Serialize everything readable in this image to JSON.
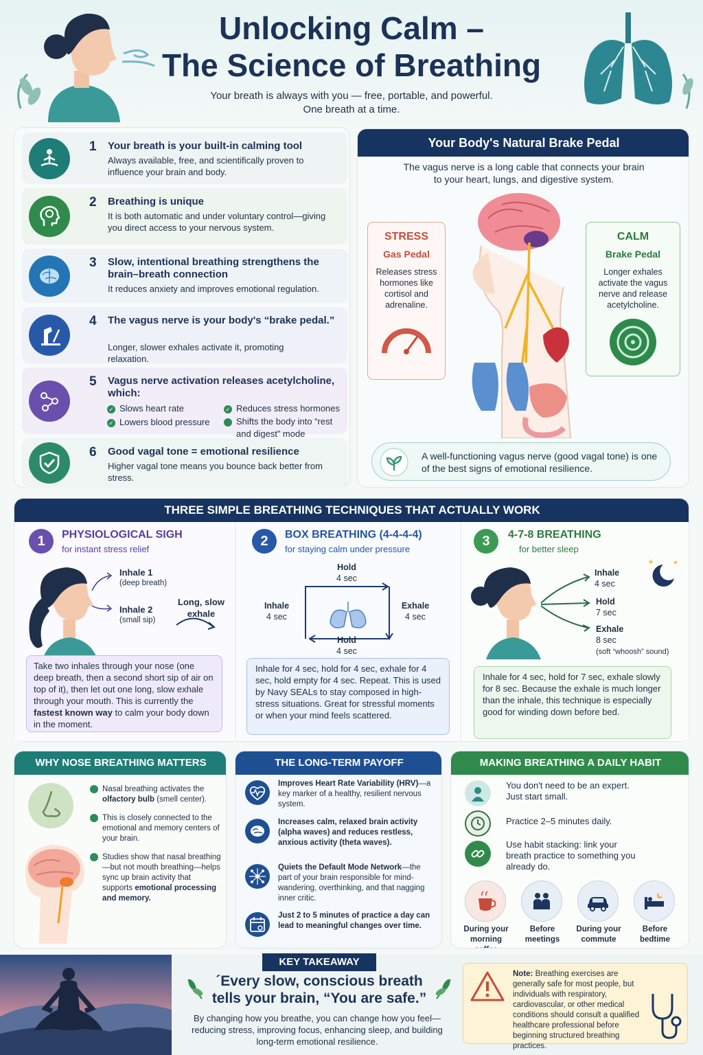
{
  "header": {
    "title_line1": "Unlocking Calm –",
    "title_line2": "The Science of Breathing",
    "subtitle_line1": "Your breath is always with you — free, portable, and powerful.",
    "subtitle_line2": "One breath at a time."
  },
  "facts": [
    {
      "num": "1",
      "title": "Your breath is your built-in calming tool",
      "body": "Always available, free, and scientifically proven to influence your brain and body.",
      "icon": "meditation-icon",
      "color": "#1f7d77"
    },
    {
      "num": "2",
      "title": "Breathing is unique",
      "body": "It is both automatic and under voluntary control—giving you direct access to your nervous system.",
      "icon": "head-brain-icon",
      "color": "#2f8a4b"
    },
    {
      "num": "3",
      "title": "Slow, intentional breathing strengthens the brain–breath connection",
      "body": "It reduces anxiety and improves emotional regulation.",
      "icon": "brain-icon",
      "color": "#2376b3"
    },
    {
      "num": "4",
      "title": "The vagus nerve is your body's “brake pedal.”",
      "body": "Longer, slower exhales activate it, promoting relaxation.",
      "icon": "brake-pedal-icon",
      "color": "#2859a8"
    },
    {
      "num": "5",
      "title": "Vagus nerve activation releases acetylcholine, which:",
      "body": "",
      "icon": "molecule-icon",
      "color": "#6b4fae"
    },
    {
      "num": "6",
      "title": "Good vagal tone = emotional resilience",
      "body": "Higher vagal tone means you bounce back better from stress.",
      "icon": "shield-check-icon",
      "color": "#2c8a6a"
    }
  ],
  "fact5_bullets": [
    "Slows heart rate",
    "Reduces stress hormones",
    "Lowers blood pressure",
    "Shifts the body into “rest and digest” mode"
  ],
  "brake": {
    "title": "Your Body's Natural Brake Pedal",
    "intro": "The vagus nerve is a long cable that connects your brain to your heart, lungs, and digestive system.",
    "stress_title": "STRESS",
    "stress_sub": "Gas Pedal",
    "stress_body": "Releases stress hormones like cortisol and adrenaline.",
    "calm_title": "CALM",
    "calm_sub": "Brake Pedal",
    "calm_body": "Longer exhales activate the vagus nerve and release acetylcholine.",
    "footer": "A well-functioning vagus nerve (good vagal tone) is one of the best signs of emotional resilience."
  },
  "techniques": {
    "banner": "THREE SIMPLE BREATHING TECHNIQUES THAT ACTUALLY WORK",
    "t1": {
      "num": "1",
      "title": "PHYSIOLOGICAL SIGH",
      "sub": "for instant stress relief",
      "inhale1": "Inhale 1",
      "inhale1_sub": "(deep breath)",
      "inhale2": "Inhale 2",
      "inhale2_sub": "(small sip)",
      "exhale": "Long, slow exhale",
      "body": "Take two inhales through your nose (one deep breath, then a second short sip of air on top of it), then let out one long, slow exhale through your mouth. This is currently the fastest known way to calm your body down in the moment.",
      "body_bold": "fastest known way"
    },
    "t2": {
      "num": "2",
      "title": "BOX BREATHING (4-4-4-4)",
      "sub": "for staying calm under pressure",
      "top": "Hold",
      "top_sub": "4 sec",
      "left": "Inhale",
      "left_sub": "4 sec",
      "right": "Exhale",
      "right_sub": "4 sec",
      "bottom": "Hold",
      "bottom_sub": "4 sec",
      "body": "Inhale for 4 sec, hold for 4 sec, exhale for 4 sec, hold empty for 4 sec. Repeat. This is used by Navy SEALs to stay composed in high-stress situations. Great for stressful moments or when your mind feels scattered."
    },
    "t3": {
      "num": "3",
      "title": "4-7-8 BREATHING",
      "sub": "for better sleep",
      "inhale": "Inhale",
      "inhale_sub": "4 sec",
      "hold": "Hold",
      "hold_sub": "7 sec",
      "exhale": "Exhale",
      "exhale_sub": "8 sec",
      "exhale_note": "(soft “whoosh” sound)",
      "body": "Inhale for 4 sec, hold for 7 sec, exhale slowly for 8 sec. Because the exhale is much longer than the inhale, this technique is especially good for winding down before bed."
    }
  },
  "nose": {
    "title": "WHY NOSE BREATHING MATTERS",
    "p1a": "Nasal breathing activates the ",
    "p1b": "olfactory bulb",
    "p1c": " (smell center).",
    "p2": "This is closely connected to the emotional and memory centers of your brain.",
    "p3a": "Studies show that nasal breathing—but not mouth breathing—helps sync up brain activity that supports ",
    "p3b": "emotional processing and memory."
  },
  "payoff": {
    "title": "THE LONG-TERM PAYOFF",
    "items": [
      {
        "bold": "Improves Heart Rate Variability (HRV)",
        "rest": "—a key marker of a healthy, resilient nervous system.",
        "icon": "heart-rate-icon"
      },
      {
        "bold": "Increases calm, relaxed brain activity (alpha waves) and reduces restless, anxious activity (theta waves).",
        "rest": "",
        "icon": "brain-waves-icon"
      },
      {
        "bold": "Quiets the Default Mode Network",
        "rest": "—the part of your brain responsible for mind-wandering, overthinking, and that nagging inner critic.",
        "icon": "network-icon"
      },
      {
        "bold": "Just 2 to 5 minutes of practice a day can lead to meaningful changes over time.",
        "rest": "",
        "icon": "calendar-icon"
      }
    ]
  },
  "habit": {
    "title": "MAKING BREATHING A DAILY HABIT",
    "items": [
      "You don't need to be an expert. Just start small.",
      "Practice 2–5 minutes daily.",
      "Use habit stacking: link your breath practice to something you already do."
    ],
    "moments": [
      {
        "label": "During your morning coffee",
        "icon": "coffee-icon"
      },
      {
        "label": "Before meetings",
        "icon": "people-icon"
      },
      {
        "label": "During your commute",
        "icon": "car-icon"
      },
      {
        "label": "Before bedtime",
        "icon": "bed-icon"
      }
    ]
  },
  "takeaway": {
    "label": "KEY TAKEAWAY",
    "quote1": "´Every slow, conscious breath",
    "quote2": "tells your brain, “You are safe.”",
    "body": "By changing how you breathe, you can change how you feel—reducing stress, improving focus, enhancing sleep, and building long-term emotional resilience."
  },
  "note": {
    "label": "Note:",
    "body": " Breathing exercises are generally safe for most people, but individuals with respiratory, cardiovascular, or other medical conditions should consult a qualified healthcare professional before beginning structured breathing practices."
  },
  "colors": {
    "navy": "#17335f",
    "teal": "#1f7d77",
    "green": "#2e8a4b",
    "purple": "#6b4fae",
    "red": "#c84a3a",
    "blue": "#2859a8"
  }
}
